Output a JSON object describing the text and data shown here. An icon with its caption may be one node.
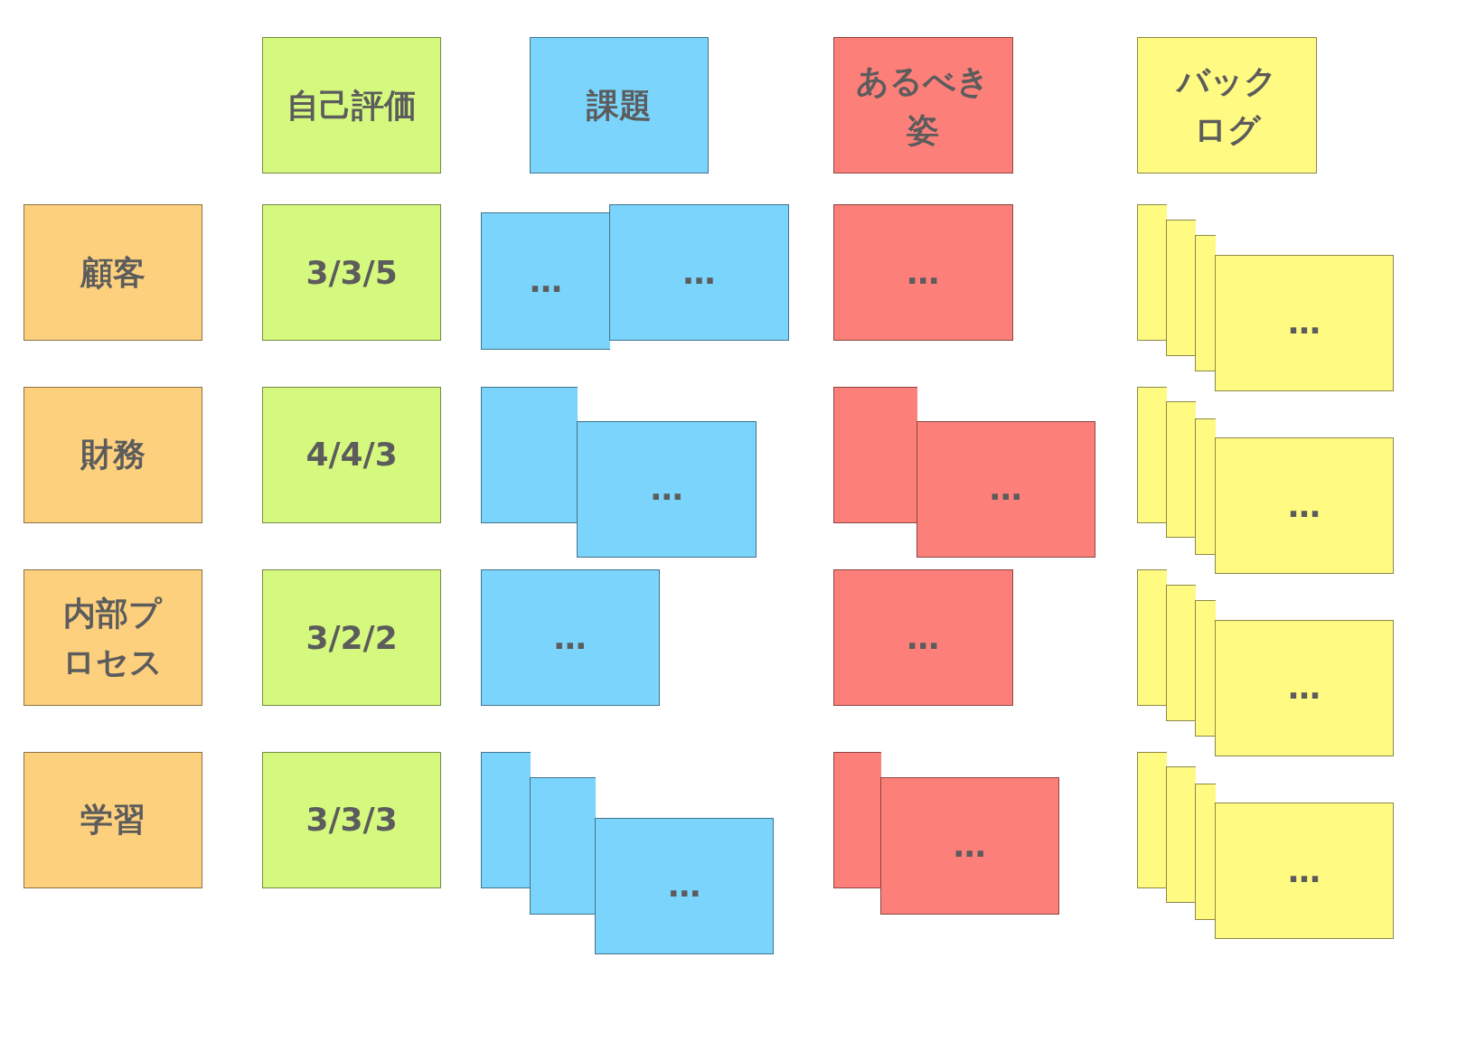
{
  "diagram": {
    "nodes": [
      {
        "text": [
          "自己評価"
        ]
      },
      {
        "text": [
          "課題"
        ]
      },
      {
        "text": [
          "あるべき姿"
        ]
      },
      {
        "text": [
          "バックログ"
        ]
      },
      {
        "text": [
          "顧客"
        ]
      },
      {
        "text": [
          "3/3/5"
        ]
      },
      {
        "text": [
          "…"
        ]
      },
      {
        "text": [
          "…"
        ]
      },
      {
        "text": [
          "…"
        ]
      },
      {
        "text": [],
        "shape": "box"
      },
      {
        "text": [],
        "shape": "box"
      },
      {
        "text": [],
        "shape": "box"
      },
      {
        "text": [
          "…"
        ]
      },
      {
        "text": [
          "財務"
        ]
      },
      {
        "text": [
          "4/4/3"
        ]
      },
      {
        "text": [],
        "shape": "box"
      },
      {
        "text": [
          "…"
        ]
      },
      {
        "text": [],
        "shape": "box"
      },
      {
        "text": [
          "…"
        ]
      },
      {
        "text": [],
        "shape": "box"
      },
      {
        "text": [],
        "shape": "box"
      },
      {
        "text": [],
        "shape": "box"
      },
      {
        "text": [
          "…"
        ]
      },
      {
        "text": [
          "内部プロセス"
        ]
      },
      {
        "text": [
          "3/2/2"
        ]
      },
      {
        "text": [
          "…"
        ]
      },
      {
        "text": [
          "…"
        ]
      },
      {
        "text": [],
        "shape": "box"
      },
      {
        "text": [],
        "shape": "box"
      },
      {
        "text": [],
        "shape": "box"
      },
      {
        "text": [
          "…"
        ]
      },
      {
        "text": [
          "学習"
        ]
      },
      {
        "text": [
          "3/3/3"
        ]
      },
      {
        "text": [],
        "shape": "box"
      },
      {
        "text": [],
        "shape": "box"
      },
      {
        "text": [
          "…"
        ]
      },
      {
        "text": [],
        "shape": "box"
      },
      {
        "text": [
          "…"
        ]
      },
      {
        "text": [],
        "shape": "box"
      },
      {
        "text": [],
        "shape": "box"
      },
      {
        "text": [],
        "shape": "box"
      },
      {
        "text": [
          "…"
        ]
      }
    ]
  }
}
